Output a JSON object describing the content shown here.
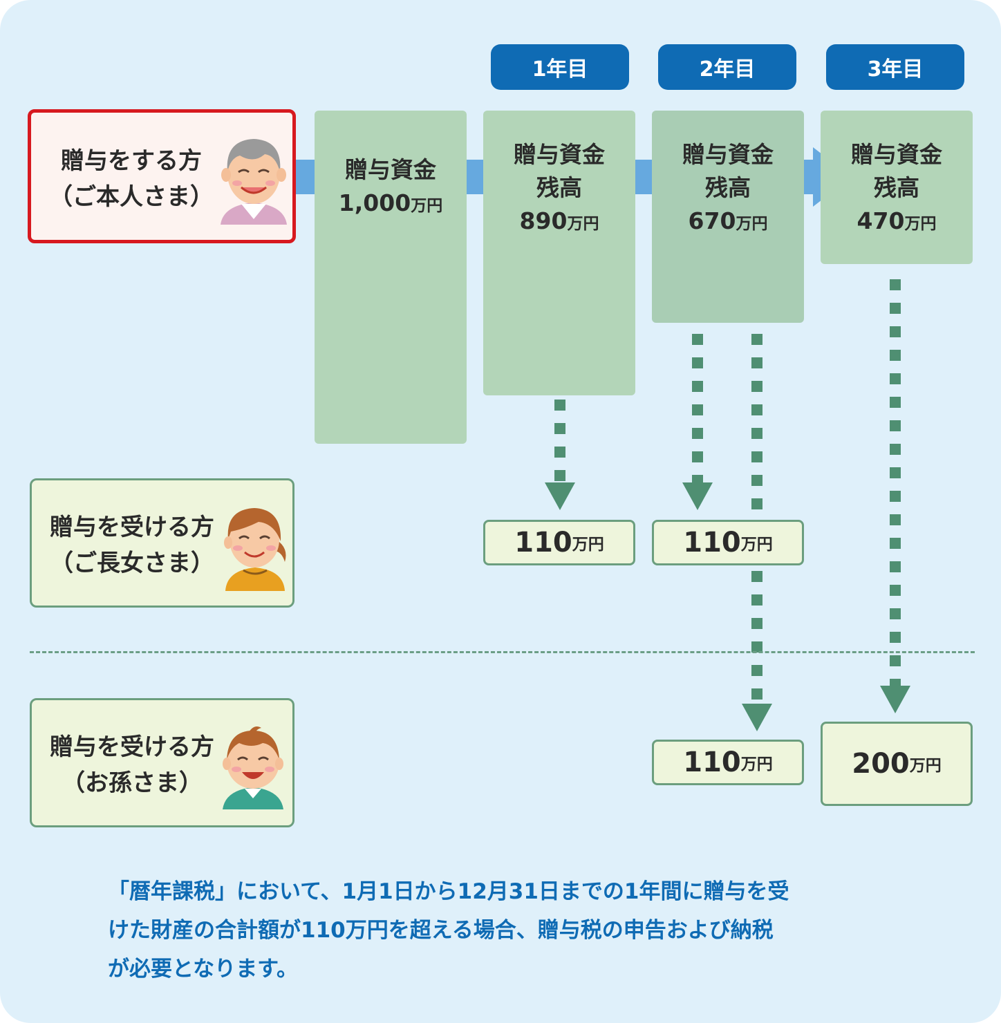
{
  "years": [
    "1年目",
    "2年目",
    "3年目"
  ],
  "giver": {
    "line1": "贈与をする方",
    "line2": "（ご本人さま）",
    "icon": "elderly-person-icon"
  },
  "receiver_daughter": {
    "line1": "贈与を受ける方",
    "line2": "（ご長女さま）",
    "icon": "woman-icon"
  },
  "receiver_grandchild": {
    "line1": "贈与を受ける方",
    "line2": "（お孫さま）",
    "icon": "boy-icon"
  },
  "funds": {
    "initial": {
      "label": "贈与資金",
      "amount": "1,000",
      "unit": "万円"
    },
    "year1": {
      "label": "贈与資金",
      "sub": "残高",
      "amount": "890",
      "unit": "万円"
    },
    "year2": {
      "label": "贈与資金",
      "sub": "残高",
      "amount": "670",
      "unit": "万円"
    },
    "year3": {
      "label": "贈与資金",
      "sub": "残高",
      "amount": "470",
      "unit": "万円"
    }
  },
  "gifts": {
    "daughter_year1": {
      "amount": "110",
      "unit": "万円"
    },
    "daughter_year2": {
      "amount": "110",
      "unit": "万円"
    },
    "grandchild_year2": {
      "amount": "110",
      "unit": "万円"
    },
    "grandchild_year3": {
      "amount": "200",
      "unit": "万円"
    }
  },
  "note": {
    "line1": "「暦年課税」において、1月1日から12月31日までの1年間に贈与を受",
    "line2": "けた財産の合計額が110万円を超える場合、贈与税の申告および納税",
    "line3": "が必要となります。"
  },
  "colors": {
    "background": "#dff0fa",
    "year_tab": "#0f6bb4",
    "fund_box": "#b3d5b8",
    "flow_arrow": "#66a9df",
    "gift_arrow": "#4f8f72",
    "giver_border": "#d7191f",
    "note_text": "#0f6bb4"
  }
}
